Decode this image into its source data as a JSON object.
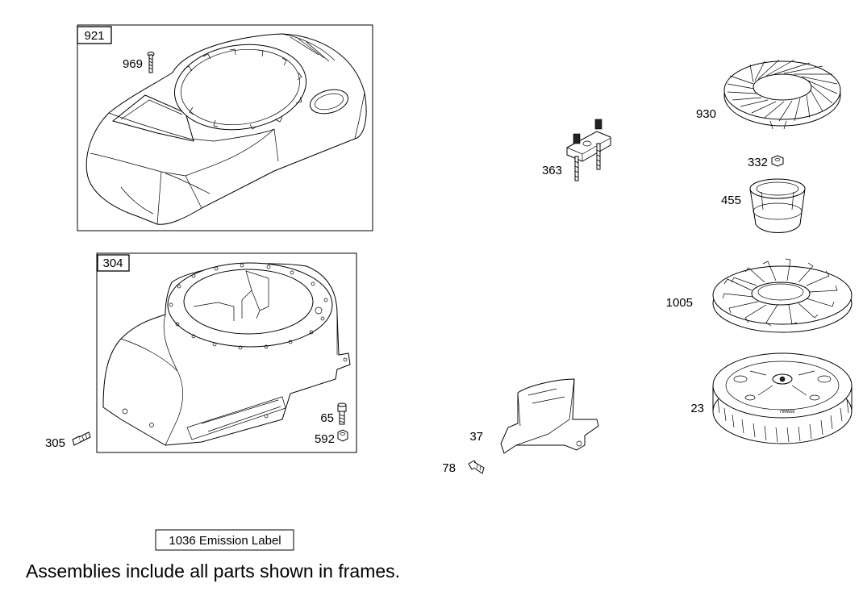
{
  "frames": [
    {
      "label": "921"
    },
    {
      "label": "304"
    }
  ],
  "parts": {
    "p969": "969",
    "p304_305": "305",
    "p65": "65",
    "p592": "592",
    "p363": "363",
    "p37": "37",
    "p78": "78",
    "p930": "930",
    "p332": "332",
    "p455": "455",
    "p1005": "1005",
    "p23": "23"
  },
  "emission_label": "1036 Emission Label",
  "flywheel_stamp": "7Wwsk",
  "footnote": "Assemblies include all parts shown in frames."
}
